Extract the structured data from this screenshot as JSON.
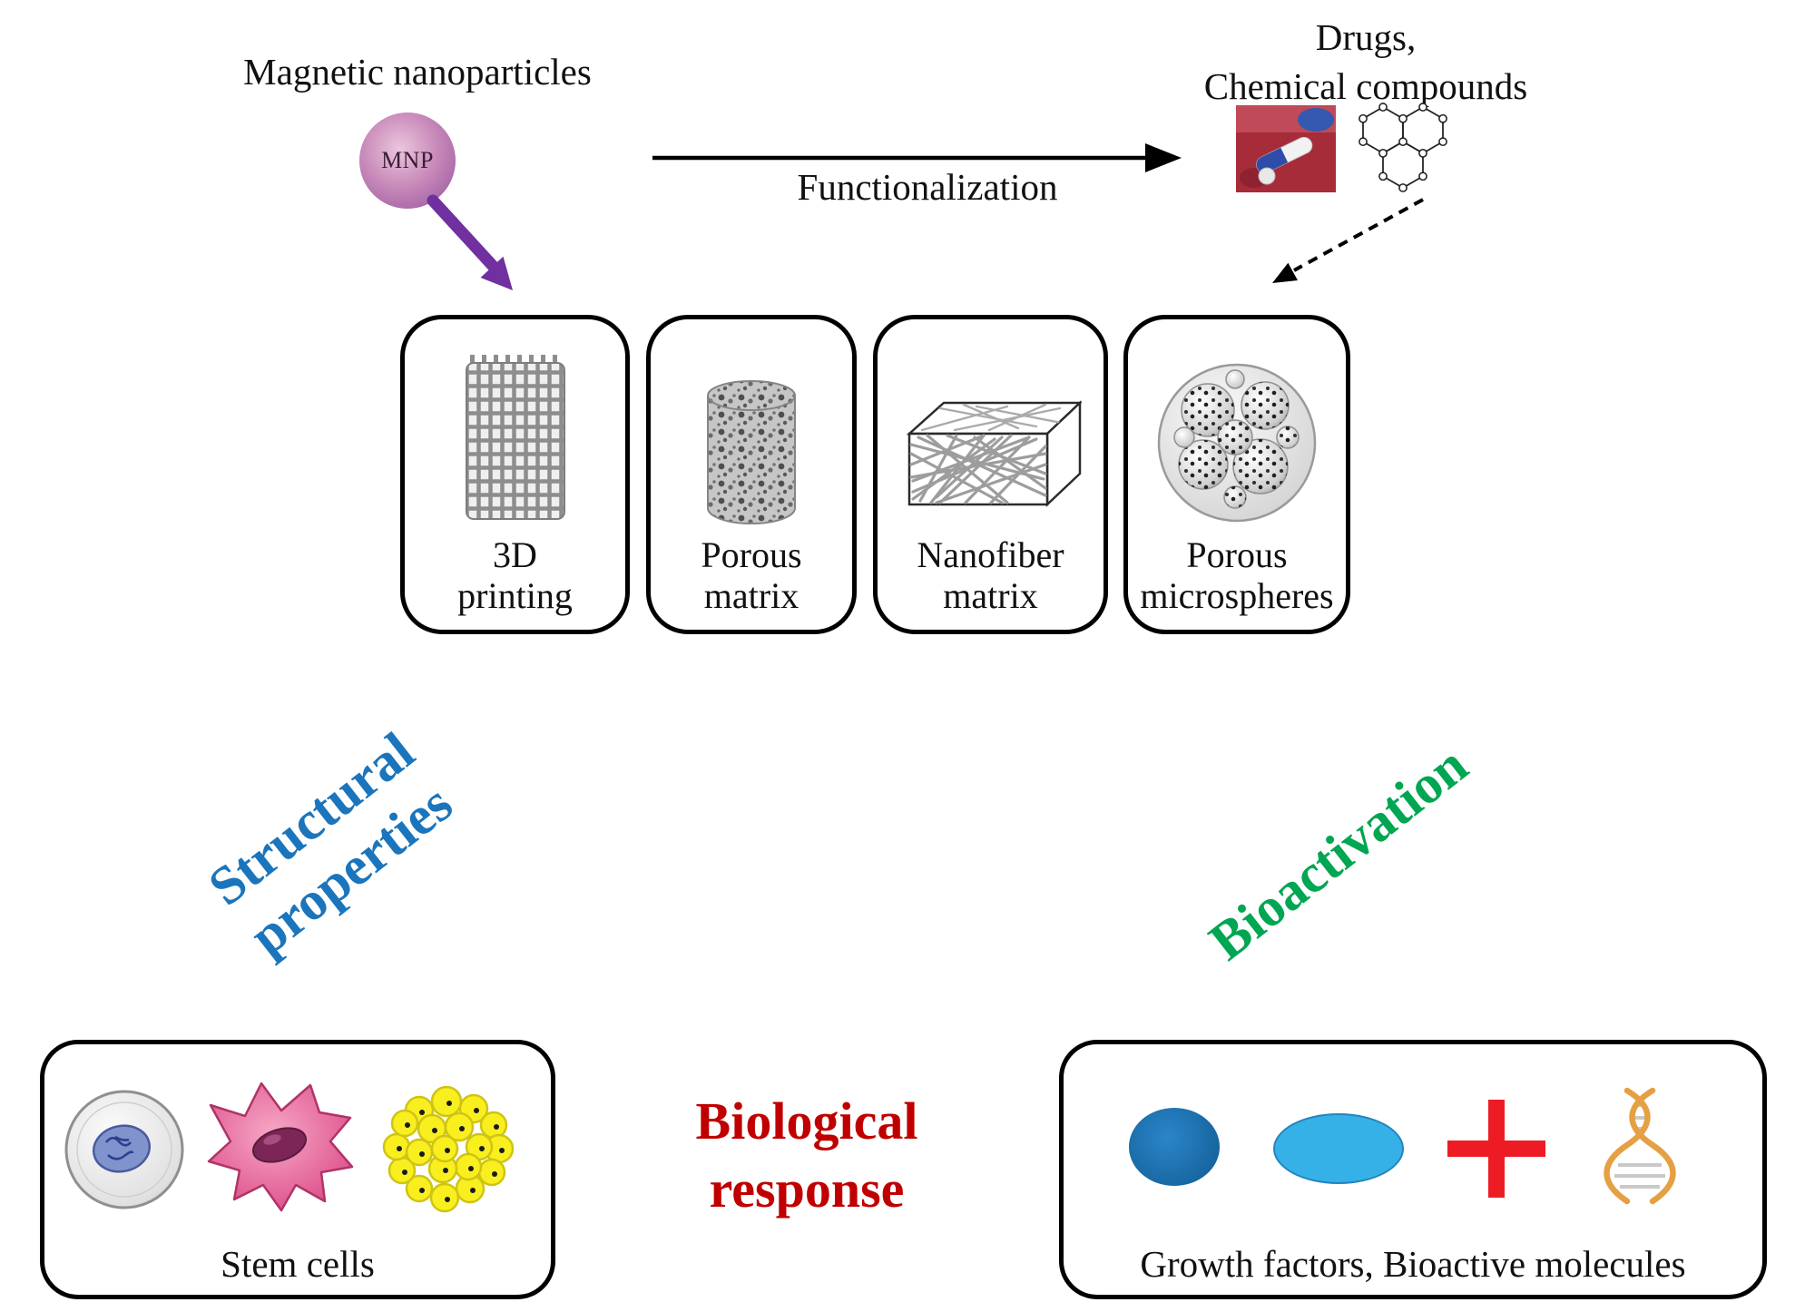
{
  "colors": {
    "accent-blue": "#1b75bc",
    "accent-green": "#00a651",
    "accent-red": "#c00000",
    "arrow-purple": "#7030a0",
    "plus-red": "#ed1c24",
    "ellipse-dark-blue": "#1b75bc",
    "ellipse-light-blue": "#29abe2",
    "dna-orange": "#e5a043"
  },
  "header": {
    "magnetic_nanoparticles": "Magnetic nanoparticles",
    "mnp_label": "MNP",
    "functionalization": "Functionalization",
    "drugs_line1": "Drugs,",
    "drugs_line2": "Chemical compounds"
  },
  "scaffolds": {
    "items": [
      {
        "icon": "3d-printed-scaffold-icon",
        "label_line1": "3D",
        "label_line2": "printing"
      },
      {
        "icon": "porous-matrix-icon",
        "label_line1": "Porous",
        "label_line2": "matrix"
      },
      {
        "icon": "nanofiber-matrix-icon",
        "label_line1": "Nanofiber",
        "label_line2": "matrix"
      },
      {
        "icon": "porous-microspheres-icon",
        "label_line1": "Porous",
        "label_line2": "microspheres"
      }
    ]
  },
  "pathways": {
    "structural_line1": "Structural",
    "structural_line2": "properties",
    "bioactivation": "Bioactivation"
  },
  "response": {
    "line1": "Biological",
    "line2": "response"
  },
  "stem_cells": {
    "label": "Stem cells",
    "icons": [
      "round-stem-cell-icon",
      "mesenchymal-cell-icon",
      "cell-colony-icon"
    ]
  },
  "bioactive": {
    "label": "Growth factors, Bioactive molecules",
    "icons": [
      "growth-factor-ellipse-icon",
      "bioactive-molecule-ellipse-icon",
      "plus-icon",
      "dna-helix-icon"
    ]
  }
}
